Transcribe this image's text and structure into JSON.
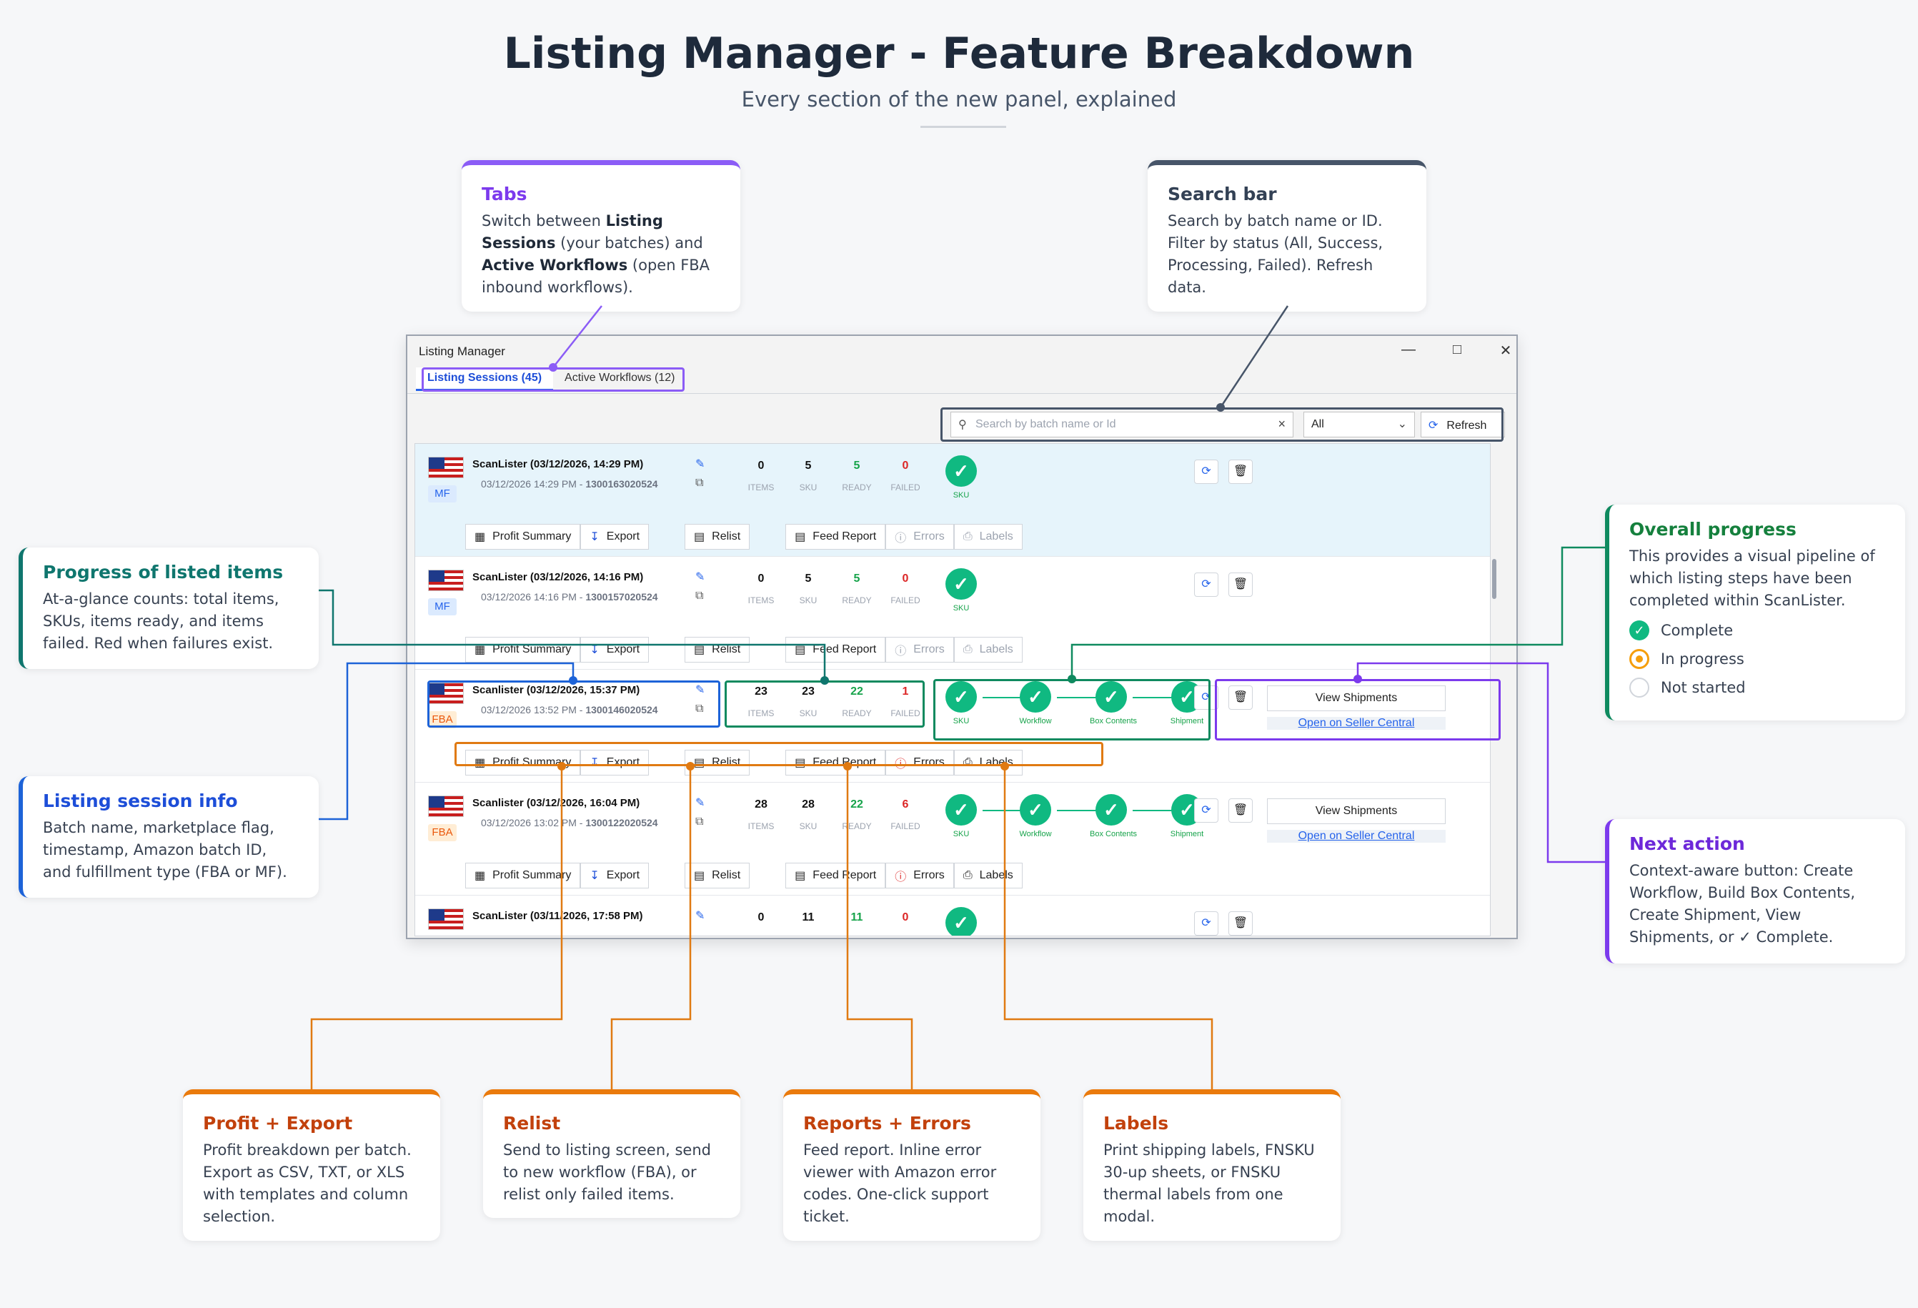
{
  "header": {
    "title": "Listing Manager - Feature Breakdown",
    "subtitle": "Every section of the new panel, explained"
  },
  "cards": {
    "tabs": {
      "title": "Tabs",
      "t1": "Switch between ",
      "b1": "Listing Sessions",
      "t2": " (your batches) and ",
      "b2": "Active Workflows",
      "t3": " (open FBA inbound workflows)."
    },
    "search": {
      "title": "Search bar",
      "body": "Search by batch name or ID. Filter by status (All, Success, Processing, Failed). Refresh data."
    },
    "progress_items": {
      "title": "Progress of listed items",
      "body": "At-a-glance counts: total items, SKUs, items ready, and items failed. Red when failures exist."
    },
    "session_info": {
      "title": "Listing session info",
      "body": "Batch name, marketplace flag, timestamp, Amazon batch ID, and fulfillment type (FBA or MF)."
    },
    "overall": {
      "title": "Overall progress",
      "body": "This provides a visual pipeline of which listing steps have been completed within ScanLister.",
      "legend": [
        "Complete",
        "In progress",
        "Not started"
      ]
    },
    "next_action": {
      "title": "Next action",
      "body": "Context-aware button: Create Workflow, Build Box Contents, Create Shipment, View Shipments, or ✓ Complete."
    },
    "profit": {
      "title": "Profit + Export",
      "body": "Profit breakdown per batch. Export as CSV, TXT, or XLS with templates and column selection."
    },
    "relist": {
      "title": "Relist",
      "body": "Send to listing screen, send to new workflow (FBA), or relist only failed items."
    },
    "reports": {
      "title": "Reports + Errors",
      "body": "Feed report. Inline error viewer with Amazon error codes. One-click support ticket."
    },
    "labels": {
      "title": "Labels",
      "body": "Print shipping labels, FNSKU 30-up sheets, or FNSKU thermal labels from one modal."
    }
  },
  "window": {
    "title": "Listing Manager",
    "controls": [
      "—",
      "□",
      "✕"
    ],
    "tabs": [
      "Listing Sessions (45)",
      "Active Workflows (12)"
    ],
    "search_placeholder": "Search by batch name or Id",
    "status_value": "All",
    "refresh_label": "Refresh",
    "count_labels": [
      "ITEMS",
      "SKU",
      "READY",
      "FAILED"
    ],
    "pipeline_labels": [
      "SKU",
      "Workflow",
      "Box Contents",
      "Shipment"
    ],
    "action_labels": {
      "profit": "Profit Summary",
      "export": "Export",
      "relist": "Relist",
      "feed": "Feed Report",
      "errors": "Errors",
      "labels": "Labels"
    },
    "view_shipments": "View Shipments",
    "seller_central": "Open on Seller Central",
    "rows": [
      {
        "name": "ScanLister (03/12/2026, 14:29 PM)",
        "time": "03/12/2026 14:29 PM - ",
        "id": "1300163020524",
        "type": "MF",
        "items": "0",
        "sku": "5",
        "ready": "5",
        "failed": "0"
      },
      {
        "name": "ScanLister (03/12/2026, 14:16 PM)",
        "time": "03/12/2026 14:16 PM - ",
        "id": "1300157020524",
        "type": "MF",
        "items": "0",
        "sku": "5",
        "ready": "5",
        "failed": "0"
      },
      {
        "name": "Scanlister (03/12/2026, 15:37 PM)",
        "time": "03/12/2026 13:52 PM - ",
        "id": "1300146020524",
        "type": "FBA",
        "items": "23",
        "sku": "23",
        "ready": "22",
        "failed": "1"
      },
      {
        "name": "Scanlister (03/12/2026, 16:04 PM)",
        "time": "03/12/2026 13:02 PM - ",
        "id": "1300122020524",
        "type": "FBA",
        "items": "28",
        "sku": "28",
        "ready": "22",
        "failed": "6"
      },
      {
        "name": "ScanLister (03/11/2026, 17:58 PM)",
        "items": "0",
        "sku": "11",
        "ready": "11",
        "failed": "0"
      }
    ]
  },
  "colors": {
    "purple": "#8b5cf6",
    "slate": "#475569",
    "green": "#0f8a5f",
    "blue": "#1d63d8",
    "orange": "#e07a12",
    "teal": "#0f766e"
  }
}
